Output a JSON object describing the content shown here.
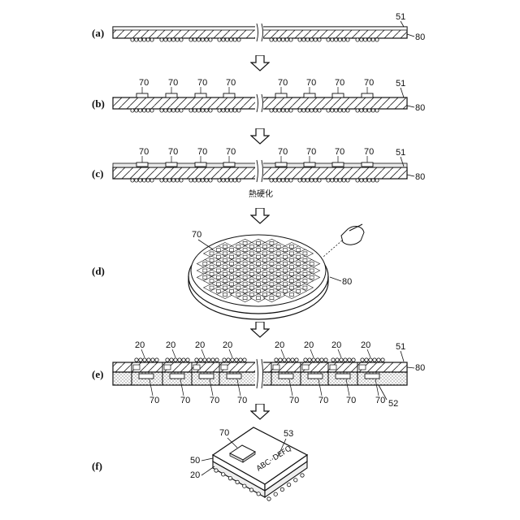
{
  "steps": [
    "(a)",
    "(b)",
    "(c)",
    "(d)",
    "(e)",
    "(f)"
  ],
  "labels": {
    "a": {
      "top": "51",
      "side": "80"
    },
    "b": {
      "chip": "70",
      "top": "51",
      "side": "80"
    },
    "c": {
      "chip": "70",
      "top": "51",
      "side": "80",
      "note": "熱硬化"
    },
    "d": {
      "chip": "70",
      "side": "80"
    },
    "e": {
      "bump": "20",
      "top": "51",
      "side": "80",
      "chip": "70",
      "bottom": "52"
    },
    "f": {
      "chip": "70",
      "mark": "53",
      "mold": "50",
      "sub": "20",
      "marking": "ABC··DEFQ"
    }
  },
  "icons": [
    "down-arrow-icon",
    "saw-blade-icon"
  ]
}
